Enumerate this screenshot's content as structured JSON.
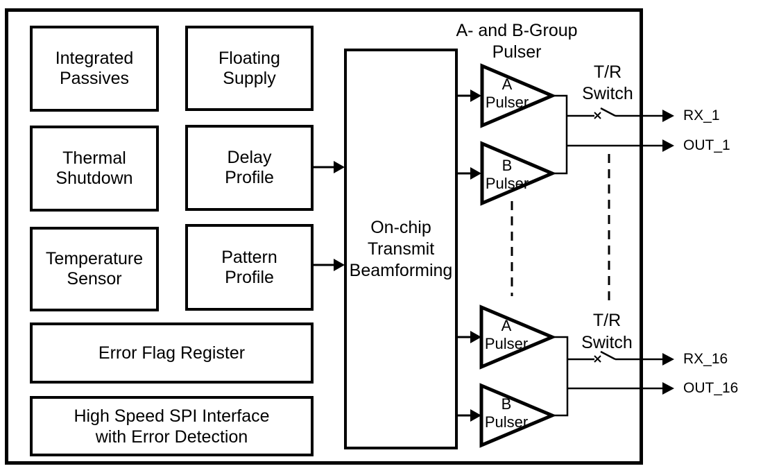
{
  "diagram": {
    "background_color": "#ffffff",
    "line_color": "#000000"
  },
  "blocks": {
    "integrated_passives": {
      "line1": "Integrated",
      "line2": "Passives"
    },
    "floating_supply": {
      "line1": "Floating",
      "line2": "Supply"
    },
    "thermal_shutdown": {
      "line1": "Thermal",
      "line2": "Shutdown"
    },
    "delay_profile": {
      "line1": "Delay",
      "line2": "Profile"
    },
    "temperature_sensor": {
      "line1": "Temperature",
      "line2": "Sensor"
    },
    "pattern_profile": {
      "line1": "Pattern",
      "line2": "Profile"
    },
    "error_flag_register": {
      "line1": "Error Flag Register"
    },
    "spi_interface": {
      "line1": "High Speed SPI Interface",
      "line2": "with Error Detection"
    },
    "beamforming": {
      "line1": "On-chip",
      "line2": "Transmit",
      "line3": "Beamforming"
    }
  },
  "pulser_group": {
    "title": {
      "line1": "A- and B-Group",
      "line2": "Pulser"
    },
    "a_pulser": {
      "line1": "A",
      "line2": "Pulser"
    },
    "b_pulser": {
      "line1": "B",
      "line2": "Pulser"
    }
  },
  "tr_switch": {
    "line1": "T/R",
    "line2": "Switch"
  },
  "ports": {
    "rx_1": "RX_1",
    "out_1": "OUT_1",
    "rx_16": "RX_16",
    "out_16": "OUT_16"
  }
}
